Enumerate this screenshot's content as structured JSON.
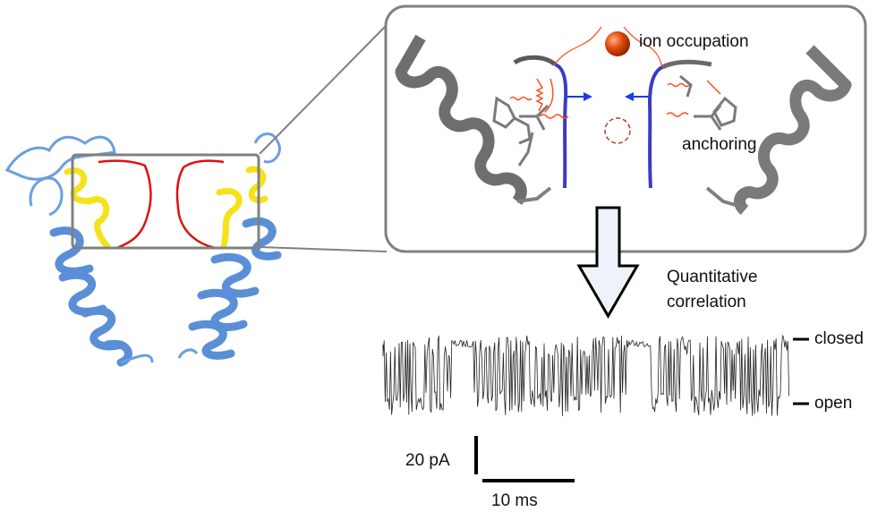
{
  "labels": {
    "ion_occupation": "ion occupation",
    "anchoring": "anchoring",
    "quantitative_line1": "Quantitative",
    "quantitative_line2": "correlation",
    "closed": "closed",
    "open": "open",
    "scale_current": "20 pA",
    "scale_time": "10 ms"
  },
  "colors": {
    "protein_blue": "#6a9fe0",
    "selectivity_loop_red": "#e01010",
    "helix_yellow": "#f5e21a",
    "zoom_box_gray": "#808080",
    "ribbon_gray": "#6e6e6e",
    "loop_blue": "#3a3ac8",
    "spring_red": "#ff4a1a",
    "ion_orange": "#e0480a",
    "arrow_blue": "#1a3ae8",
    "big_arrow_fill": "#eef2fa"
  },
  "trace": {
    "states": [
      "closed",
      "open"
    ],
    "closed_level": 1,
    "open_level": 0
  }
}
